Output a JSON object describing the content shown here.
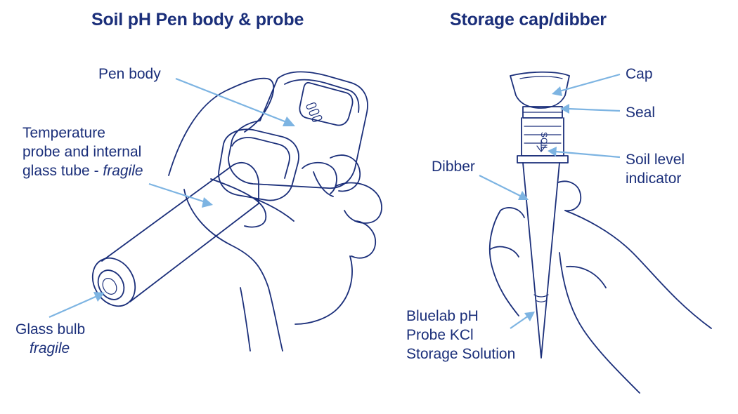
{
  "headings": {
    "left": "Soil pH Pen body & probe",
    "right": "Storage cap/dibber"
  },
  "labels": {
    "pen_body": "Pen body",
    "temp_probe_line1": "Temperature",
    "temp_probe_line2": "probe and internal",
    "temp_probe_line3": "glass tube - ",
    "temp_probe_fragile": "fragile",
    "glass_bulb_line1": "Glass bulb",
    "glass_bulb_fragile": "fragile",
    "cap": "Cap",
    "seal": "Seal",
    "soil_level_line1": "Soil level",
    "soil_level_line2": "indicator",
    "dibber": "Dibber",
    "solution_line1": "Bluelab pH",
    "solution_line2": "Probe KCl",
    "solution_line3": "Storage Solution"
  },
  "colors": {
    "ink": "#1b2f7a",
    "pointer": "#7db4e2"
  }
}
